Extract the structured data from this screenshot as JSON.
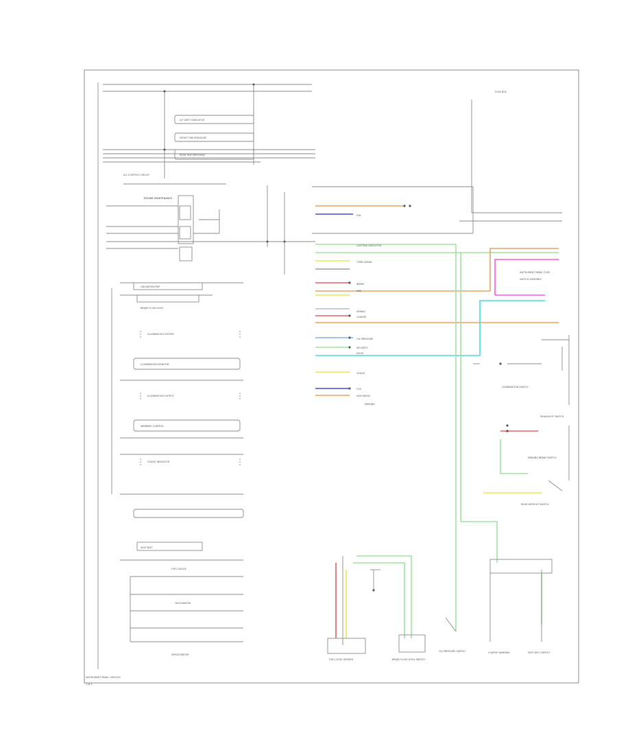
{
  "diagram": {
    "footer_left": "INSTRUMENT PANEL CIRCUITS",
    "footer_page": "1 of 2",
    "left_labels": [
      "A/T SHIFT INDICATOR",
      "FRONT TIRE PRESSURE",
      "REAR TIRE PRESSURE",
      "A/C CONTROL CIRCUIT",
      "ENGINE MAINTENANCE",
      "ODOMETER/TRIP",
      "BRAKE FLUID LEVEL",
      "ILLUMINATION SYSTEM",
      "ILLUMINATION MONITOR",
      "ILLUMINATION OUTPUT",
      "WARNING CONTROL",
      "CRUISE INDICATOR",
      "SEAT BELT",
      "FUEL GAUGE",
      "TACHOMETER",
      "SPEEDOMETER"
    ],
    "wire_labels": [
      "IGN",
      "LIGHTING INDICATOR",
      "TURN SIGNAL",
      "BRAKE",
      "ABS",
      "AIRBAG",
      "CHARGE",
      "OIL PRESSURE",
      "SECURITY",
      "DOOR",
      "CRUISE",
      "FOG",
      "HIGH BEAM",
      "PARKING"
    ],
    "right_labels": [
      "FUSE BOX",
      "INSTRUMENT PANEL FUSE",
      "SWITCH ASSEMBLY",
      "COMBINATION SWITCH",
      "HEADLIGHT SWITCH",
      "PARKING BRAKE SWITCH",
      "REAR DEFROST SWITCH"
    ],
    "bottom_labels": [
      "FUEL LEVEL SENDER",
      "BRAKE FLUID LEVEL SWITCH",
      "OIL PRESSURE SWITCH",
      "CHARGE WARNING",
      "SEAT BELT SWITCH"
    ],
    "colors": {
      "orange": "#e8a060",
      "blue": "#3a4fd8",
      "green": "#9fe39f",
      "pink": "#ff55dd",
      "cyan": "#44dddd",
      "yellow": "#e8e855",
      "red": "#e06060",
      "gray": "#777777"
    }
  }
}
